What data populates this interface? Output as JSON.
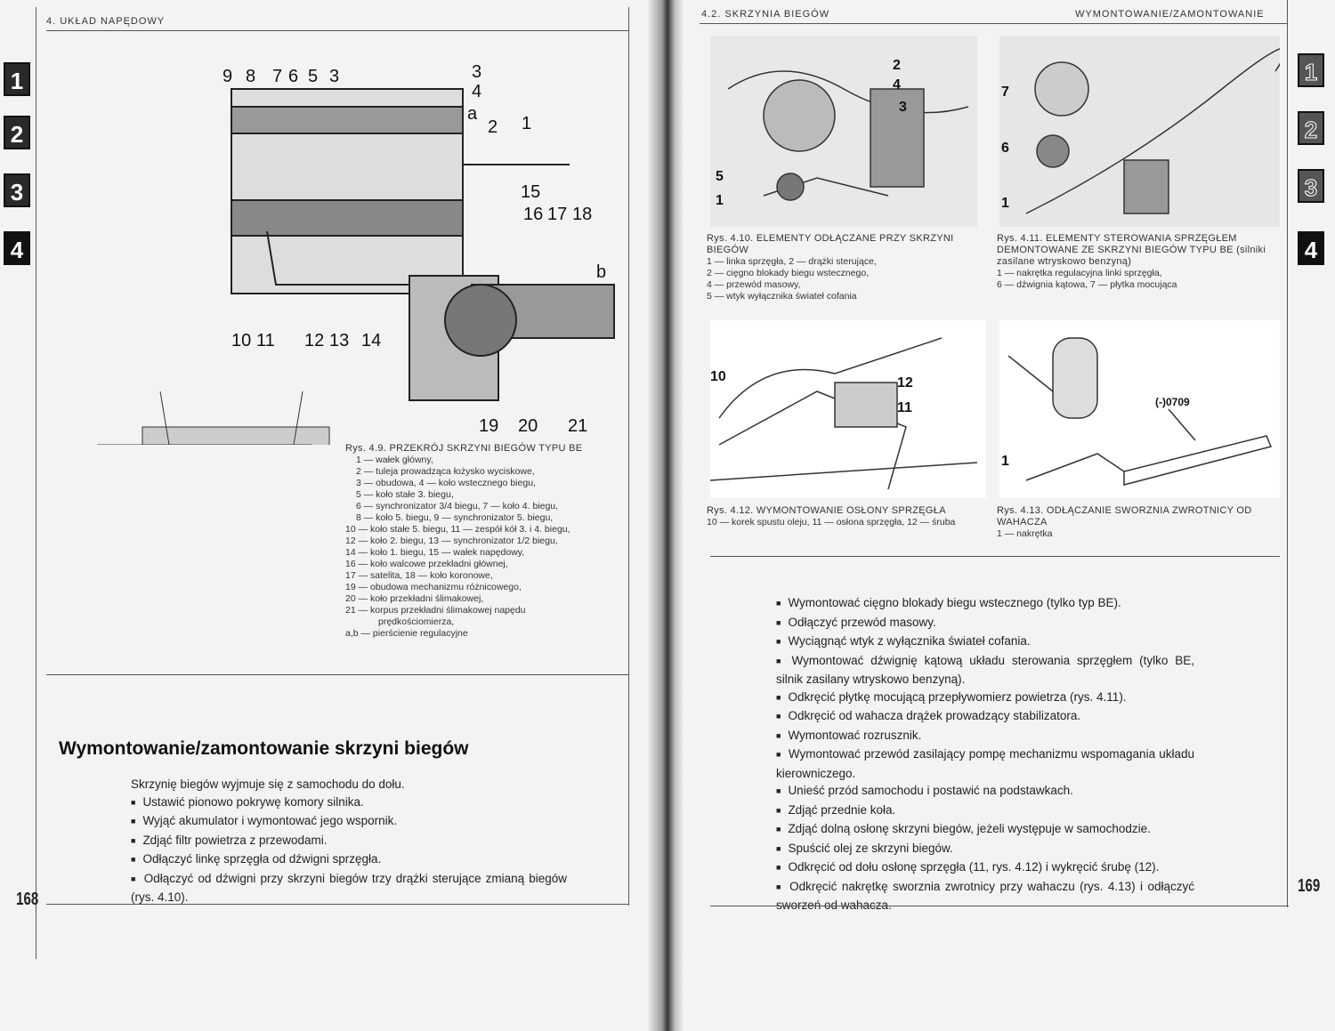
{
  "left_page": {
    "running_head": "4. UKŁAD NAPĘDOWY",
    "page_number": "168",
    "tabs": [
      "1",
      "2",
      "3",
      "4"
    ],
    "figure_4_9": {
      "callouts": [
        "9",
        "8",
        "7",
        "6",
        "5",
        "3",
        "3",
        "4",
        "a",
        "2",
        "1",
        "15",
        "16",
        "17",
        "18",
        "b",
        "10",
        "11",
        "12",
        "13",
        "14",
        "19",
        "20",
        "21"
      ],
      "caption_title": "Rys. 4.9. PRZEKRÓJ SKRZYNI BIEGÓW TYPU BE",
      "legend": [
        "1 — wałek główny,",
        "2 — tuleja prowadząca łożysko wyciskowe,",
        "3 — obudowa, 4 — koło wstecznego biegu,",
        "5 — koło stałe 3. biegu,",
        "6 — synchronizator 3/4 biegu, 7 — koło 4. biegu,",
        "8 — koło 5. biegu, 9 — synchronizator 5. biegu,",
        "10 — koło stałe 5. biegu, 11 — zespół kół 3. i 4. biegu,",
        "12 — koło 2. biegu, 13 — synchronizator 1/2 biegu,",
        "14 — koło 1. biegu, 15 — wałek napędowy,",
        "16 — koło walcowe przekładni głównej,",
        "17 — satelita, 18 — koło koronowe,",
        "19 — obudowa mechanizmu różnicowego,",
        "20 — koło przekładni ślimakowej,",
        "21 — korpus przekładni ślimakowej napędu",
        "prędkościomierza,",
        "a,b — pierścienie regulacyjne"
      ]
    },
    "section_title": "Wymontowanie/zamontowanie skrzyni biegów",
    "intro": "Skrzynię biegów wyjmuje się z samochodu do dołu.",
    "steps": [
      "Ustawić pionowo pokrywę komory silnika.",
      "Wyjąć akumulator i wymontować jego wspornik.",
      "Zdjąć filtr powietrza z przewodami.",
      "Odłączyć linkę sprzęgła od dźwigni sprzęgła.",
      "Odłączyć od dźwigni przy skrzyni biegów trzy drążki sterujące zmianą biegów (rys. 4.10)."
    ]
  },
  "right_page": {
    "running_head_left": "4.2. SKRZYNIA BIEGÓW",
    "running_head_right": "WYMONTOWANIE/ZAMONTOWANIE",
    "page_number": "169",
    "tabs": [
      "1",
      "2",
      "3",
      "4"
    ],
    "figure_4_10": {
      "callouts": [
        "2",
        "4",
        "3",
        "5",
        "1"
      ],
      "caption_title": "Rys. 4.10. ELEMENTY ODŁĄCZANE PRZY SKRZYNI BIEGÓW",
      "legend": [
        "1 — linka sprzęgła, 2 — drążki sterujące,",
        "2 — cięgno blokady biegu wstecznego,",
        "4 — przewód masowy,",
        "5 — wtyk wyłącznika świateł cofania"
      ]
    },
    "figure_4_11": {
      "callouts": [
        "7",
        "6",
        "1"
      ],
      "caption_title": "Rys. 4.11. ELEMENTY STEROWANIA SPRZĘGŁEM DEMONTOWANE ZE SKRZYNI BIEGÓW TYPU BE (silniki zasilane wtryskowo benzyną)",
      "legend": [
        "1 — nakrętka regulacyjna linki sprzęgła,",
        "6 — dźwignia kątowa, 7 — płytka mocująca"
      ]
    },
    "figure_4_12": {
      "callouts": [
        "10",
        "12",
        "11"
      ],
      "caption_title": "Rys. 4.12. WYMONTOWANIE OSŁONY SPRZĘGŁA",
      "legend": [
        "10 — korek spustu oleju, 11 — osłona sprzęgła, 12 — śruba"
      ]
    },
    "figure_4_13": {
      "callouts": [
        "(-)0709",
        "1"
      ],
      "caption_title": "Rys. 4.13. ODŁĄCZANIE SWORZNIA ZWROTNICY OD WAHACZA",
      "legend": [
        "1 — nakrętka"
      ]
    },
    "steps": [
      "Wymontować cięgno blokady biegu wstecznego (tylko typ BE).",
      "Odłączyć przewód masowy.",
      "Wyciągnąć wtyk z wyłącznika świateł cofania.",
      "Wymontować dźwignię kątową układu sterowania sprzęgłem (tylko BE, silnik zasilany wtryskowo benzyną).",
      "Odkręcić płytkę mocującą przepływomierz powietrza (rys. 4.11).",
      "Odkręcić od wahacza drążek prowadzący stabilizatora.",
      "Wymontować rozrusznik.",
      "Wymontować przewód zasilający pompę mechanizmu wspomagania układu kierowniczego.",
      "Unieść przód samochodu i postawić na podstawkach.",
      "Zdjąć przednie koła.",
      "Zdjąć dolną osłonę skrzyni biegów, jeżeli występuje w samochodzie.",
      "Spuścić olej ze skrzyni biegów.",
      "Odkręcić od dołu osłonę sprzęgła (11, rys. 4.12) i wykręcić śrubę (12).",
      "Odkręcić nakrętkę sworznia zwrotnicy przy wahaczu (rys. 4.13) i odłączyć sworzeń od wahacza."
    ]
  }
}
